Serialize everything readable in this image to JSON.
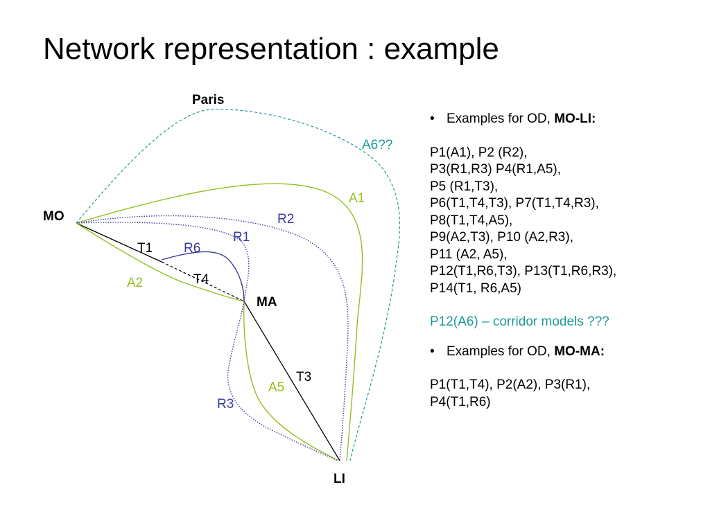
{
  "title": "Network representation : example",
  "colors": {
    "railway": "#000000",
    "road_green": "#92c020",
    "road_blue": "#3a3aa0",
    "corridor_teal": "#1a9a96"
  },
  "diagram": {
    "nodes": {
      "paris": "Paris",
      "mo": "MO",
      "ma": "MA",
      "li": "LI"
    },
    "links": {
      "a6": "A6??",
      "a1": "A1",
      "r2": "R2",
      "r1": "R1",
      "t1": "T1",
      "r6": "R6",
      "a2": "A2",
      "t4": "T4",
      "t3": "T3",
      "a5": "A5",
      "r3": "R3"
    }
  },
  "panel": {
    "od1": {
      "bullet": "•",
      "intro": "Examples for OD,",
      "od": "MO-LI:",
      "paths": [
        "P1(A1), P2 (R2),",
        "P3(R1,R3) P4(R1,A5),",
        "P5 (R1,T3),",
        "P6(T1,T4,T3), P7(T1,T4,R3),",
        "P8(T1,T4,A5),",
        "P9(A2,T3), P10 (A2,R3),",
        "P11 (A2, A5),",
        "P12(T1,R6,T3), P13(T1,R6,R3),",
        "P14(T1, R6,A5)"
      ],
      "note": "P12(A6) – corridor models ???"
    },
    "od2": {
      "bullet": "•",
      "intro": "Examples for OD,",
      "od": "MO-MA:",
      "paths": [
        "P1(T1,T4), P2(A2), P3(R1),",
        "P4(T1,R6)"
      ]
    }
  }
}
